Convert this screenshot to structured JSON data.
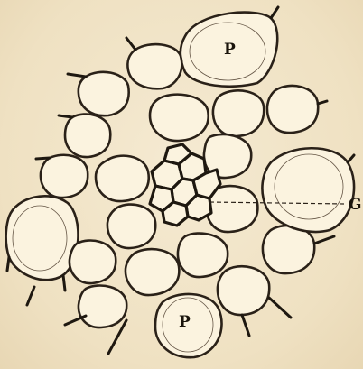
{
  "figure": {
    "labels": {
      "top_cell": "P",
      "bottom_cell": "P",
      "right_pointer": "G"
    }
  },
  "colors": {
    "paper": "#f1e4c8",
    "cell_fill": "#fbf3df",
    "ink": "#2a2118"
  }
}
